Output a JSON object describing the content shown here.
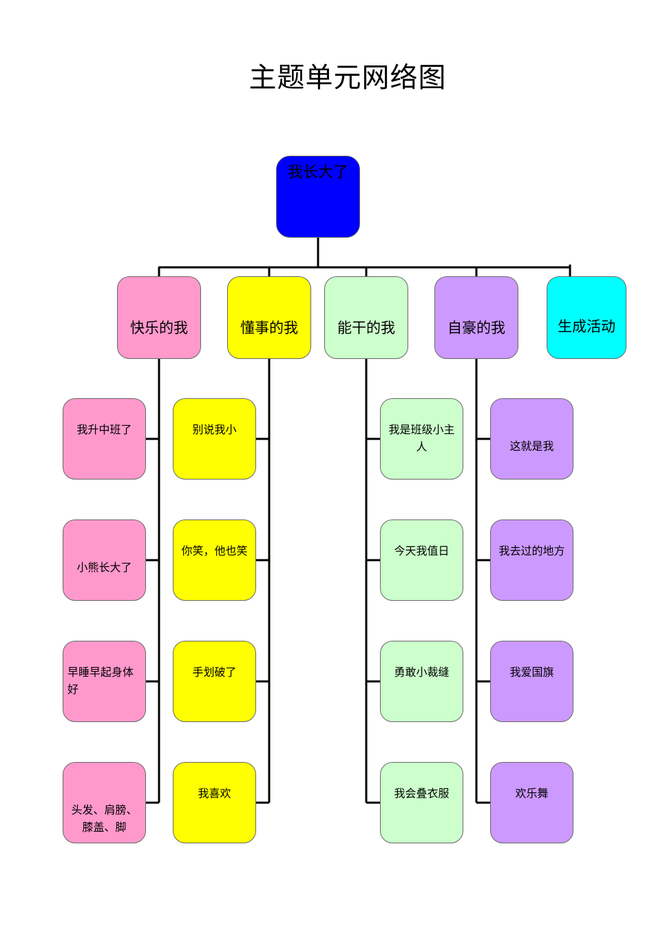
{
  "title": "主题单元网络图",
  "colors": {
    "root": "#0000ff",
    "happy": "#ff99cc",
    "sensible": "#ffff00",
    "capable": "#ccffcc",
    "proud": "#cc99ff",
    "generated": "#00ffff"
  },
  "root": {
    "label": "我长大了"
  },
  "categories": [
    {
      "label": "快乐的我"
    },
    {
      "label": "懂事的我"
    },
    {
      "label": "能干的我"
    },
    {
      "label": "自豪的我"
    },
    {
      "label": "生成活动"
    }
  ],
  "happy_items": [
    {
      "label": "我升中班了"
    },
    {
      "label": "小熊长大了"
    },
    {
      "label": "早睡早起身体好"
    },
    {
      "label": "头发、肩膀、膝盖、脚"
    }
  ],
  "sensible_items": [
    {
      "label": "别说我小"
    },
    {
      "label": "你笑，他也笑"
    },
    {
      "label": "手划破了"
    },
    {
      "label": "我喜欢"
    }
  ],
  "capable_items": [
    {
      "label": "我是班级小主人"
    },
    {
      "label": "今天我值日"
    },
    {
      "label": "勇敢小裁缝"
    },
    {
      "label": "我会叠衣服"
    }
  ],
  "proud_items": [
    {
      "label": "这就是我"
    },
    {
      "label": "我去过的地方"
    },
    {
      "label": "我爱国旗"
    },
    {
      "label": "欢乐舞"
    }
  ]
}
